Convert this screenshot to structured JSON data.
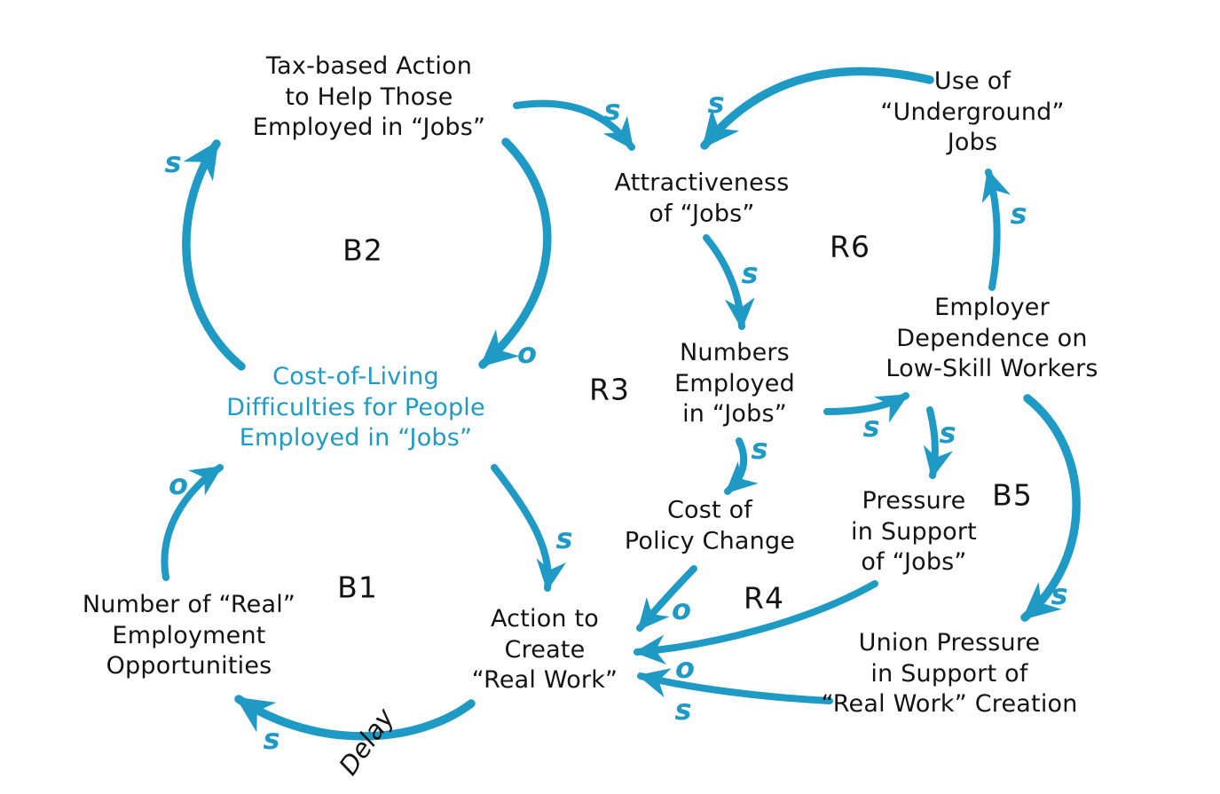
{
  "diagram": {
    "type": "causal-loop-diagram",
    "accent_color": "#1E9AC4",
    "text_color": "#131313",
    "background_color": "#ffffff",
    "nodes": [
      {
        "id": "tax-based-action",
        "label": "Tax-based Action\nto Help Those\nEmployed in “Jobs”"
      },
      {
        "id": "use-of-underground-jobs",
        "label": "Use of\n“Underground”\nJobs"
      },
      {
        "id": "attractiveness-of-jobs",
        "label": "Attractiveness\nof “Jobs”"
      },
      {
        "id": "cost-of-living-difficulties",
        "label": "Cost-of-Living\nDifficulties for People\nEmployed in “Jobs”",
        "highlight": true
      },
      {
        "id": "employer-dependence",
        "label": "Employer\nDependence on\nLow-Skill Workers"
      },
      {
        "id": "numbers-employed-in-jobs",
        "label": "Numbers\nEmployed\nin “Jobs”"
      },
      {
        "id": "cost-of-policy-change",
        "label": "Cost of\nPolicy Change"
      },
      {
        "id": "pressure-in-support-of-jobs",
        "label": "Pressure\nin Support\nof “Jobs”"
      },
      {
        "id": "number-of-real-employment",
        "label": "Number of “Real”\nEmployment\nOpportunities"
      },
      {
        "id": "action-to-create-real-work",
        "label": "Action to\nCreate\n“Real Work”"
      },
      {
        "id": "union-pressure",
        "label": "Union Pressure\nin Support of\n“Real Work” Creation"
      }
    ],
    "loop_labels": [
      {
        "id": "B2",
        "text": "B2"
      },
      {
        "id": "R6",
        "text": "R6"
      },
      {
        "id": "R3",
        "text": "R3"
      },
      {
        "id": "B1",
        "text": "B1"
      },
      {
        "id": "R4",
        "text": "R4"
      },
      {
        "id": "B5",
        "text": "B5"
      }
    ],
    "link_labels": [
      {
        "id": "s-tax-to-attractiveness",
        "text": "s"
      },
      {
        "id": "s-underground-to-attractiveness",
        "text": "s"
      },
      {
        "id": "s-costliving-to-tax",
        "text": "s"
      },
      {
        "id": "o-tax-to-costliving",
        "text": "o"
      },
      {
        "id": "s-attractiveness-to-numbers",
        "text": "s"
      },
      {
        "id": "s-numbers-to-costpolicy",
        "text": "s"
      },
      {
        "id": "s-numbers-to-employer",
        "text": "s"
      },
      {
        "id": "s-employer-to-pressure",
        "text": "s"
      },
      {
        "id": "s-employer-to-underground",
        "text": "s"
      },
      {
        "id": "s-employer-to-union",
        "text": "s"
      },
      {
        "id": "o-costpolicy-to-action",
        "text": "o"
      },
      {
        "id": "o-pressure-to-action",
        "text": "o"
      },
      {
        "id": "s-union-to-action",
        "text": "s"
      },
      {
        "id": "s-action-to-numreal",
        "text": "s"
      },
      {
        "id": "o-numreal-to-costliving",
        "text": "o"
      },
      {
        "id": "s-costliving-to-action",
        "text": "s"
      }
    ],
    "delay_label": "Delay"
  }
}
